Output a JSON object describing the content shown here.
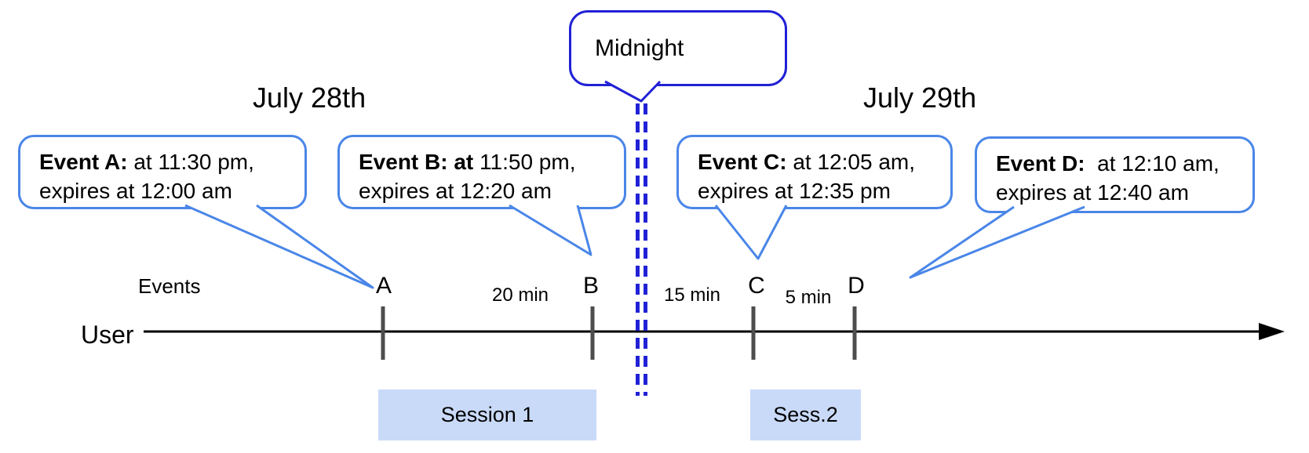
{
  "dates": {
    "left": "July 28th",
    "right": "July 29th"
  },
  "midnight": {
    "label": "Midnight"
  },
  "event_callouts": [
    {
      "id": "A",
      "bold": "Event A:",
      "rest": " at 11:30 pm,",
      "line2": "expires at 12:00 am"
    },
    {
      "id": "B",
      "bold": "Event B: at",
      "rest": " 11:50 pm,",
      "line2": "expires at 12:20 am"
    },
    {
      "id": "C",
      "bold": "Event C:",
      "rest": " at 12:05 am,",
      "line2": "expires at 12:35 pm"
    },
    {
      "id": "D",
      "bold": "Event D:",
      "rest": "  at 12:10 am,",
      "line2": "expires at 12:40 am"
    }
  ],
  "timeline": {
    "axis_label": "User",
    "events_label": "Events",
    "ticks": [
      "A",
      "B",
      "C",
      "D"
    ],
    "intervals": [
      "20 min",
      "15 min",
      "5 min"
    ]
  },
  "sessions": [
    {
      "label": "Session 1"
    },
    {
      "label": "Sess.2"
    }
  ],
  "colors": {
    "callout_border": "#4a86e8",
    "midnight_blue": "#2121d6",
    "session_fill": "#c9daf8",
    "tick_gray": "#4d4d4d",
    "line_black": "#000000"
  }
}
